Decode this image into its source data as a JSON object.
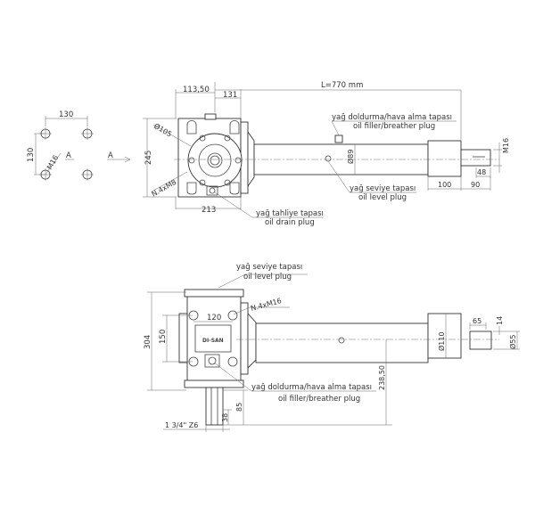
{
  "top_view": {
    "bolt_pattern": {
      "width": "130",
      "height": "130",
      "thread": "M16",
      "section_label": "A"
    },
    "view_arrow_label": "A",
    "dim_left": "113,50",
    "dim_mid": "131",
    "dim_length": "L=770 mm",
    "dim_flange_dia": "Ø105",
    "dim_height": "245",
    "dim_holes": "N.4xM8",
    "dim_width": "213",
    "dim_tube_dia": "Ø89",
    "dim_thread": "M16",
    "dim_keyway": "48",
    "dim_collar": "100",
    "dim_shaft": "90",
    "filler_plug_tr": "yağ doldurma/hava alma tapası",
    "filler_plug_en": "oil filler/breather plug",
    "level_plug_tr": "yağ seviye tapası",
    "level_plug_en": "oil level plug",
    "drain_plug_tr": "yağ tahliye tapası",
    "drain_plug_en": "oil drain plug"
  },
  "bottom_view": {
    "level_plug_tr": "yağ seviye tapası",
    "level_plug_en": "oil level plug",
    "dim_holes": "N.4xM16",
    "dim_hole_spacing": "120",
    "dim_height": "304",
    "dim_inner": "150",
    "brand": "DI-SAN",
    "filler_plug_tr": "yağ doldurma/hava alma tapası",
    "filler_plug_en": "oil filler/breather plug",
    "dim_input_len": "85",
    "dim_spline": "38",
    "spline_spec": "1 3/4\" Z6",
    "dim_offset": "238,50",
    "dim_collar_dia": "Ø110",
    "dim_key_len": "65",
    "dim_key_w": "14",
    "dim_shaft_dia": "Ø55"
  }
}
